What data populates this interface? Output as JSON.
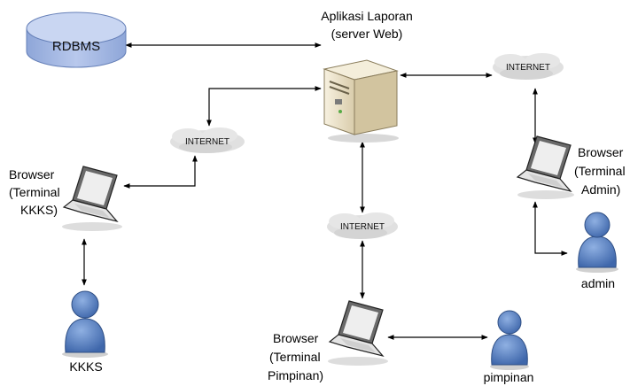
{
  "database": {
    "label": "RDBMS"
  },
  "server": {
    "title_line1": "Aplikasi Laporan",
    "title_line2": "(server Web)"
  },
  "clouds": {
    "left": "INTERNET",
    "right": "INTERNET",
    "center": "INTERNET"
  },
  "terminals": {
    "kkks": {
      "line1": "Browser",
      "line2": "(Terminal",
      "line3": "KKKS)"
    },
    "admin": {
      "line1": "Browser",
      "line2": "(Terminal",
      "line3": "Admin)"
    },
    "pimpinan": {
      "line1": "Browser",
      "line2": "(Terminal",
      "line3": "Pimpinan)"
    }
  },
  "users": {
    "kkks": "KKKS",
    "admin": "admin",
    "pimpinan": "pimpinan"
  },
  "colors": {
    "db_fill": "#a9bce6",
    "db_top": "#c7d4f2",
    "person_fill": "#5b82c2",
    "cloud_fill": "#e2e2e2",
    "server_fill": "#efe6cf"
  }
}
